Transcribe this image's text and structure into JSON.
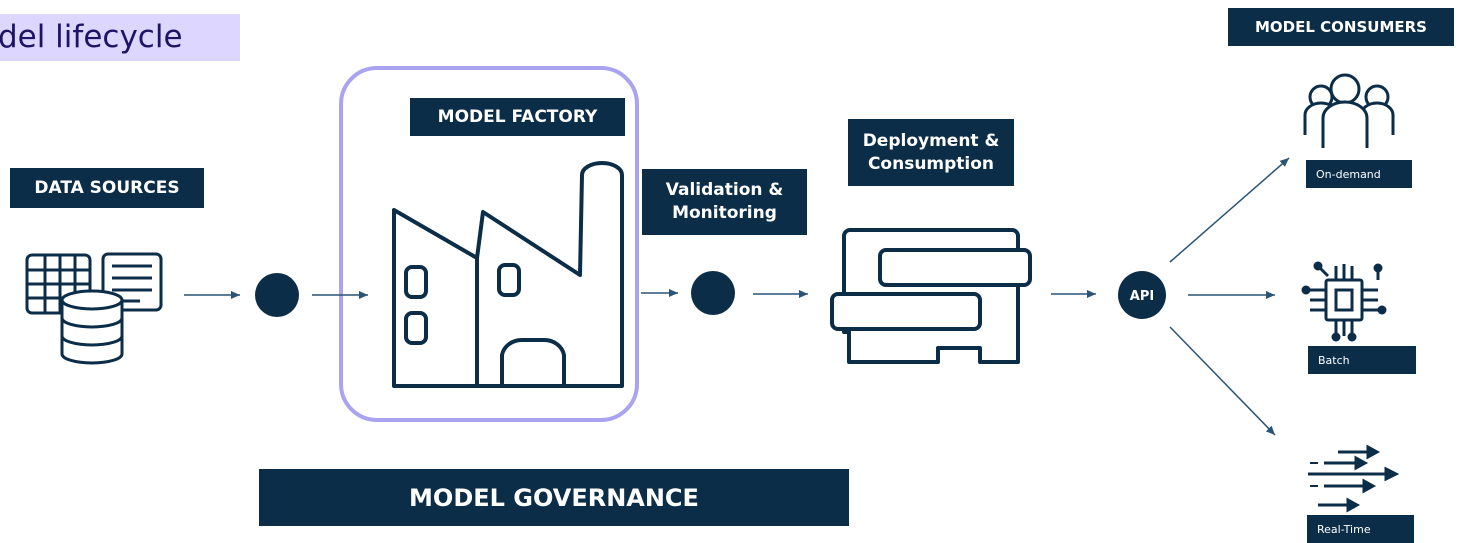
{
  "title": "odel lifecycle",
  "stages": {
    "data_sources": "DATA SOURCES",
    "model_factory": "MODEL FACTORY",
    "validation": "Validation &\nMonitoring",
    "deployment": "Deployment &\nConsumption",
    "consumers": "MODEL CONSUMERS",
    "governance": "MODEL GOVERNANCE"
  },
  "api_label": "API",
  "consumers": [
    {
      "label": "On-demand",
      "icon": "people-group-icon"
    },
    {
      "label": "Batch",
      "icon": "circuit-chip-icon"
    },
    {
      "label": "Real-Time",
      "icon": "streaming-arrows-icon"
    }
  ],
  "colors": {
    "navy": "#0c2d48",
    "accent": "#aaa3f0",
    "title_bg": "#ddd7ff",
    "title_text": "#1e1466",
    "arrow": "#2a5577"
  }
}
